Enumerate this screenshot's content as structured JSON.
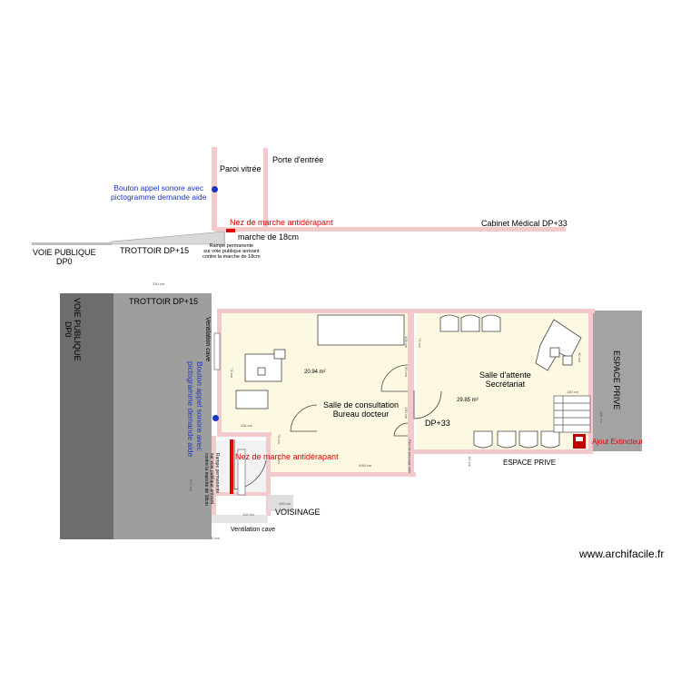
{
  "top": {
    "paroi_vitree": "Paroi vitrée",
    "porte_entree": "Porte d'entrée",
    "bouton_appel": "Bouton appel sonore avec\npictogramme demande aide",
    "nez_de_marche": "Nez de marche antidérapant",
    "cabinet": "Cabinet Médical DP+33",
    "marche": "marche de 18cm",
    "voie_publique": "VOIE PUBLIQUE\nDP0",
    "trottoir": "TROTTOIR DP+15",
    "rampe": "Rampe permanente\nsur voie publique arrivant\ncontre la marche de 18cm"
  },
  "plan": {
    "dim_top": "330 cm",
    "voie_publique": "VOIE PUBLIQUE\nDP0",
    "trottoir": "TROTTOIR DP+15",
    "ventilation_cave_vertical": "Ventilation cave",
    "bouton_appel": "Bouton appel sonore avec\npictogramme demande aide",
    "nez_de_marche": "Nez de marche antidérapant",
    "rampe": "Rampe permanente\nsur voie publique arrivant\ncontre la marche de 18cm",
    "area_consultation": "20.94 m²",
    "salle_consultation": "Salle de consultation\nBureau docteur",
    "area_attente": "29.85 m²",
    "salle_attente": "Salle d'attente\nSecrétariat",
    "dp33": "DP+33",
    "espace_prive_vertical": "ESPACE PRIVE",
    "espace_prive": "ESPACE PRIVE",
    "ajout_extincteur": "Ajout Extincteur",
    "voisinage": "VOISINAGE",
    "ventilation_cave": "Ventilation cave",
    "dim_bottom": "70 cm",
    "dim_116": "116 cm",
    "dim_110": "110 cm",
    "dim_130": "130 cm",
    "dim_948": "9/48 cm",
    "dim_100": "100 cm",
    "dim_90": "90 cm",
    "dim_106": "106 cm",
    "dim_72": "72 cm",
    "dim_612": "612 cm",
    "dim_130b": "130 cm",
    "dim_71": "71 cm",
    "dim_76": "76 cm",
    "dim_79": "79 cm",
    "dim_81": "81 cm",
    "dim_115": "115 cm",
    "passage": "Rev de passage utile",
    "dim_40": "40 cm"
  },
  "watermark": "www.archifacile.fr"
}
